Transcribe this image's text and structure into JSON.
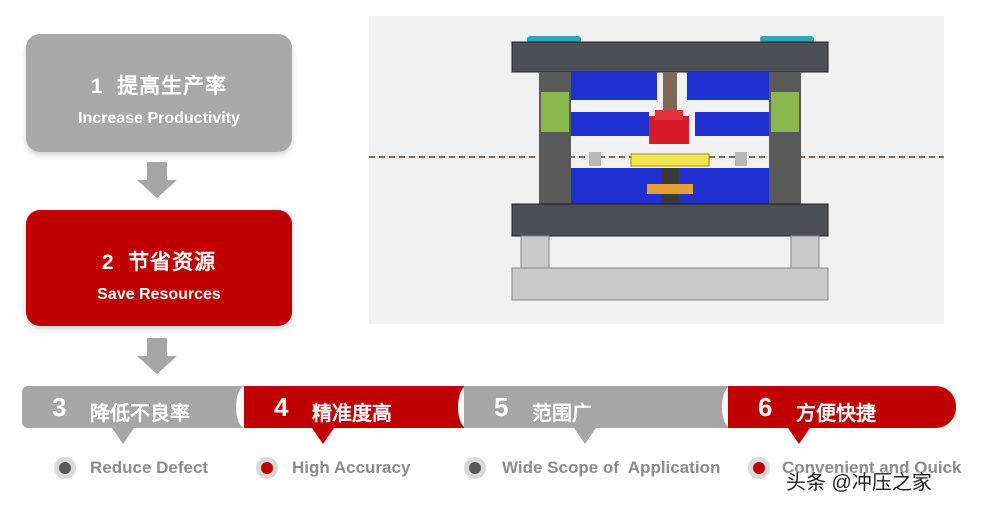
{
  "steps": [
    {
      "num": "1",
      "zh": "提高生产率",
      "en": "Increase Productivity"
    },
    {
      "num": "2",
      "zh": "节省资源",
      "en": "Save Resources"
    }
  ],
  "ribbon": [
    {
      "num": "3",
      "zh": "降低不良率",
      "en": "Reduce Defect",
      "color": "#a6a6a6"
    },
    {
      "num": "4",
      "zh": "精准度高",
      "en": "High Accuracy",
      "color": "#c00000"
    },
    {
      "num": "5",
      "zh": "范围广",
      "en": "Wide Scope of  Application",
      "color": "#a6a6a6"
    },
    {
      "num": "6",
      "zh": "方便快捷",
      "en": "Convenient and Quick",
      "color": "#c00000"
    }
  ],
  "watermark": "头条 @冲压之家",
  "colors": {
    "accent_red": "#c00000",
    "grey": "#a6a6a6",
    "die_blue": "#1f2fd0",
    "die_plate": "#4d4f57"
  }
}
